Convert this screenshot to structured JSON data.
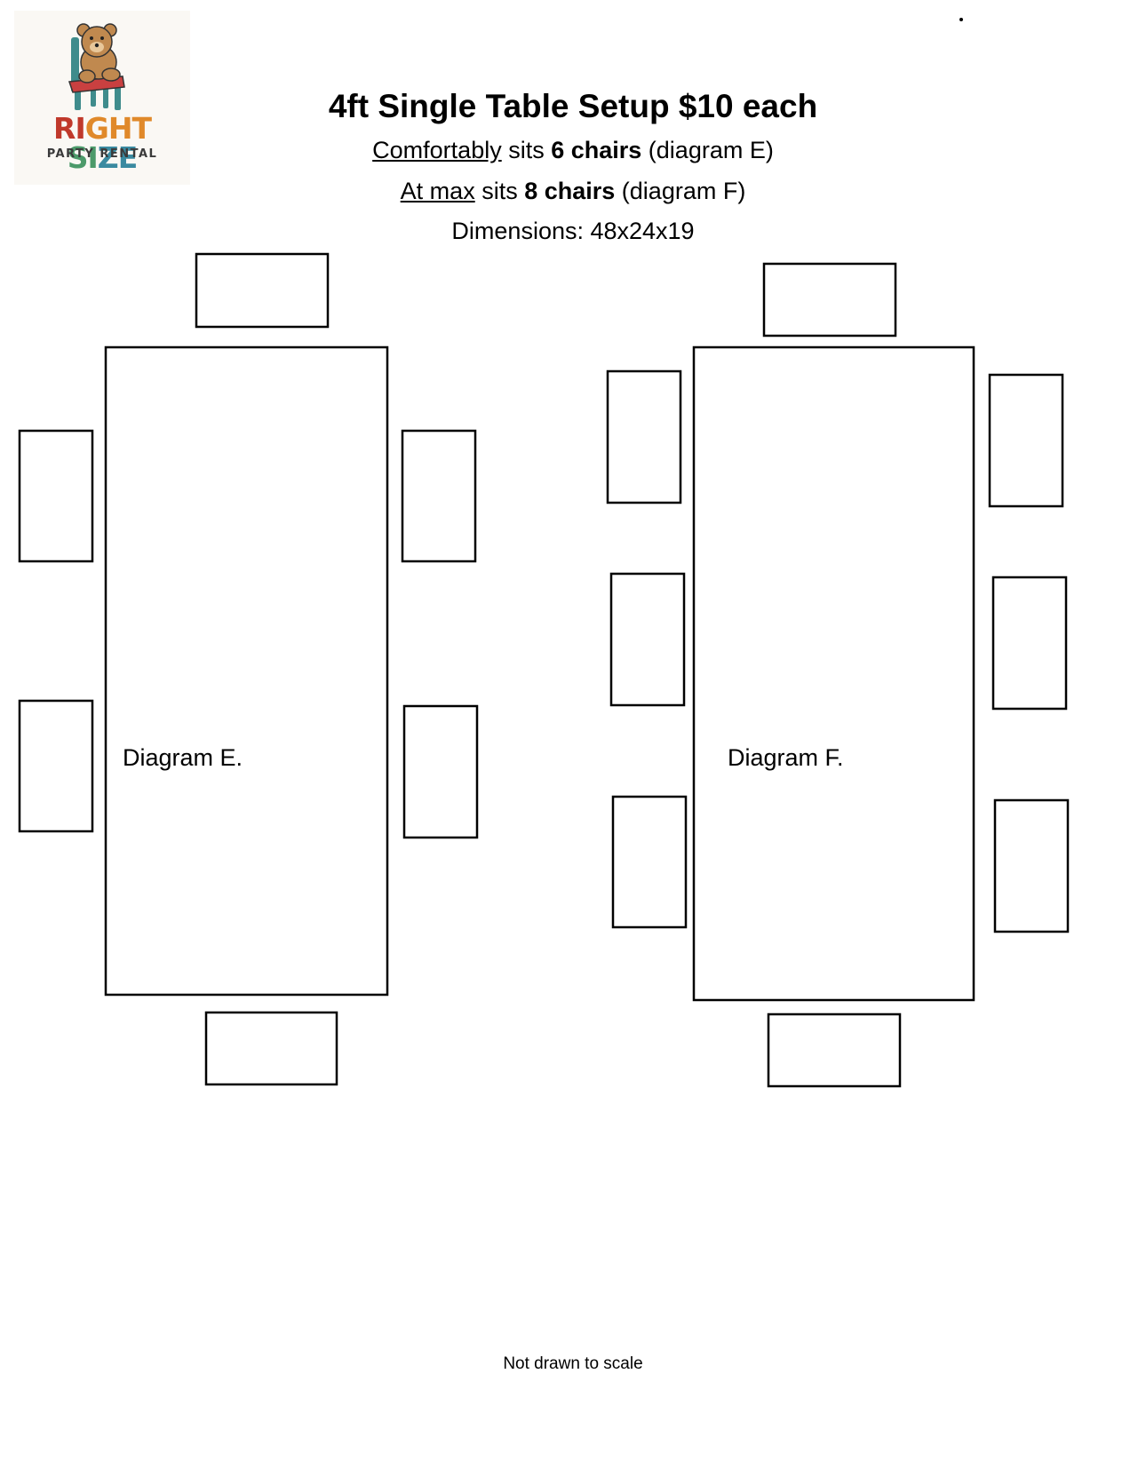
{
  "logo": {
    "brand": "RIGHT SIZE",
    "brand_parts": [
      "RI",
      "G",
      "HT",
      " ",
      "SI",
      "Z",
      "E"
    ],
    "tagline": "PARTY RENTAL",
    "icon": "teddy-bear-on-chair-icon",
    "colors": {
      "brand_red": "#c0392b",
      "brand_orange": "#e0892a",
      "brand_green": "#4c9a6a",
      "brand_teal": "#3a8aa0",
      "bear": "#c0894f",
      "chair_red": "#c94040",
      "chair_teal": "#3f8c8c"
    }
  },
  "header": {
    "title": "4ft Single Table Setup $10 each",
    "line1": {
      "underlined": "Comfortably",
      "text1": " sits ",
      "bold": "6 chairs",
      "text2": " (diagram E)"
    },
    "line2": {
      "underlined": "At max",
      "text1": " sits ",
      "bold": "8 chairs",
      "text2": " (diagram F)"
    },
    "line3": "Dimensions: 48x24x19"
  },
  "diagrams": [
    {
      "label": "Diagram E.",
      "chairs": 6,
      "chairs_per_long_side": 2,
      "chairs_per_end": 1
    },
    {
      "label": "Diagram F.",
      "chairs": 8,
      "chairs_per_long_side": 3,
      "chairs_per_end": 1
    }
  ],
  "footer": "Not drawn to scale"
}
